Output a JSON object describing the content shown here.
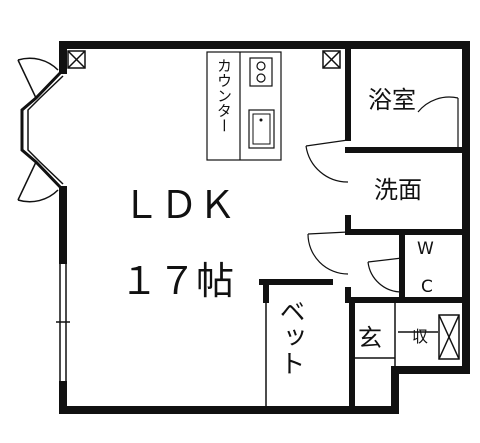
{
  "rooms": {
    "ldk_name": "ＬＤＫ",
    "ldk_size": "１７帖",
    "bath": "浴室",
    "washroom": "洗面",
    "wc_top": "W",
    "wc_bottom": "C",
    "entrance": "玄",
    "storage": "収",
    "bed_area": "ベット"
  },
  "fixtures": {
    "counter": "カウンター"
  }
}
